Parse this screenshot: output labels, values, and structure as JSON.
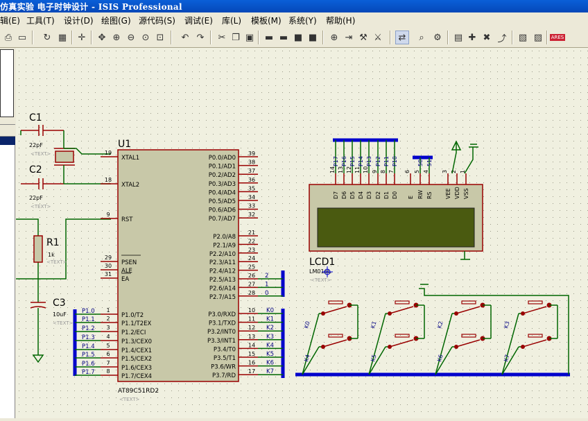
{
  "title": "仿真实验 电子时钟设计 - ISIS Professional",
  "menu": [
    "辑(E)",
    "工具(T)",
    "设计(D)",
    "绘图(G)",
    "源代码(S)",
    "调试(E)",
    "库(L)",
    "模板(M)",
    "系统(Y)",
    "帮助(H)"
  ],
  "toolbar_icons": [
    "print-icon",
    "page-setup-icon",
    "refresh-icon",
    "grid-icon",
    "origin-icon",
    "pan-icon",
    "zoom-in-icon",
    "zoom-out-icon",
    "zoom-all-icon",
    "zoom-area-icon",
    "undo-icon",
    "redo-icon",
    "cut-icon",
    "copy-icon",
    "paste-icon",
    "block-copy-icon",
    "block-move-icon",
    "block-rotate-icon",
    "block-delete-icon",
    "pick-device-icon",
    "make-device-icon",
    "packaging-icon",
    "decompose-icon",
    "wire-autorouter-icon",
    "search-icon",
    "property-tool-icon",
    "new-sheet-icon",
    "add-sheet-icon",
    "remove-sheet-icon",
    "exit-to-parent-icon",
    "bom-icon",
    "erc-icon",
    "ares-icon"
  ],
  "schematic": {
    "c1": {
      "ref": "C1",
      "value": "22pF",
      "text": "<TEXT>"
    },
    "c2": {
      "ref": "C2",
      "value": "22pF",
      "text": "<TEXT>"
    },
    "r1": {
      "ref": "R1",
      "value": "1k",
      "text": "<TEXT>"
    },
    "c3": {
      "ref": "C3",
      "value": "10uF",
      "text": "<TEXT>"
    },
    "u1": {
      "ref": "U1",
      "part": "AT89C51RD2",
      "text": "<TEXT>",
      "left_pins": [
        [
          "19",
          "XTAL1"
        ],
        [
          "18",
          "XTAL2"
        ],
        [
          "9",
          "RST"
        ],
        [
          "29",
          "PSEN"
        ],
        [
          "30",
          "ALE"
        ],
        [
          "31",
          "EA"
        ],
        [
          "1",
          "P1.0/T2"
        ],
        [
          "2",
          "P1.1/T2EX"
        ],
        [
          "3",
          "P1.2/ECI"
        ],
        [
          "4",
          "P1.3/CEX0"
        ],
        [
          "5",
          "P1.4/CEX1"
        ],
        [
          "6",
          "P1.5/CEX2"
        ],
        [
          "7",
          "P1.6/CEX3"
        ],
        [
          "8",
          "P1.7/CEX4"
        ]
      ],
      "right_pins": [
        [
          "39",
          "P0.0/AD0"
        ],
        [
          "38",
          "P0.1/AD1"
        ],
        [
          "37",
          "P0.2/AD2"
        ],
        [
          "36",
          "P0.3/AD3"
        ],
        [
          "35",
          "P0.4/AD4"
        ],
        [
          "34",
          "P0.5/AD5"
        ],
        [
          "33",
          "P0.6/AD6"
        ],
        [
          "32",
          "P0.7/AD7"
        ],
        [
          "21",
          "P2.0/A8"
        ],
        [
          "22",
          "P2.1/A9"
        ],
        [
          "23",
          "P2.2/A10"
        ],
        [
          "24",
          "P2.3/A11"
        ],
        [
          "25",
          "P2.4/A12"
        ],
        [
          "26",
          "P2.5/A13"
        ],
        [
          "27",
          "P2.6/A14"
        ],
        [
          "28",
          "P2.7/A15"
        ],
        [
          "10",
          "P3.0/RXD"
        ],
        [
          "11",
          "P3.1/TXD"
        ],
        [
          "12",
          "P3.2/INT0"
        ],
        [
          "13",
          "P3.3/INT1"
        ],
        [
          "14",
          "P3.4/T0"
        ],
        [
          "15",
          "P3.5/T1"
        ],
        [
          "16",
          "P3.6/WR"
        ],
        [
          "17",
          "P3.7/RD"
        ]
      ]
    },
    "p1_labels": [
      "P1.0",
      "P1.1",
      "P1.2",
      "P1.3",
      "P1.4",
      "P1.5",
      "P1.6",
      "P1.7"
    ],
    "p3_labels": [
      "K0",
      "K1",
      "K2",
      "K3",
      "K4",
      "K5",
      "K6",
      "K7"
    ],
    "p2_labels": [
      "2",
      "1",
      "0"
    ],
    "lcd": {
      "ref": "LCD1",
      "part": "LM016L",
      "text": "<TEXT>",
      "pins": [
        "D7",
        "D6",
        "D5",
        "D4",
        "D3",
        "D2",
        "D1",
        "D0",
        "E",
        "RW",
        "RS",
        "VEE",
        "VDD",
        "VSS"
      ],
      "pin_numbers": [
        "14",
        "13",
        "12",
        "11",
        "10",
        "9",
        "8",
        "7",
        "6",
        "5",
        "4",
        "3",
        "2",
        "1"
      ],
      "net_labels": [
        "P17",
        "P16",
        "P15",
        "P14",
        "P13",
        "P12",
        "P11",
        "P10",
        "",
        "50",
        "51",
        "",
        "",
        ""
      ]
    },
    "keys": {
      "row1": [
        "K0",
        "K1",
        "K2",
        "K3"
      ],
      "row2": [
        "K4",
        "K5",
        "K6",
        "K7"
      ]
    }
  },
  "colors": {
    "wire": "#006600",
    "component": "#990000",
    "label": "#000080",
    "bus": "#0000cc",
    "chip_fill": "#c8c8a8",
    "lcd_screen": "#4a5a10",
    "canvas": "#f0f0e0"
  }
}
